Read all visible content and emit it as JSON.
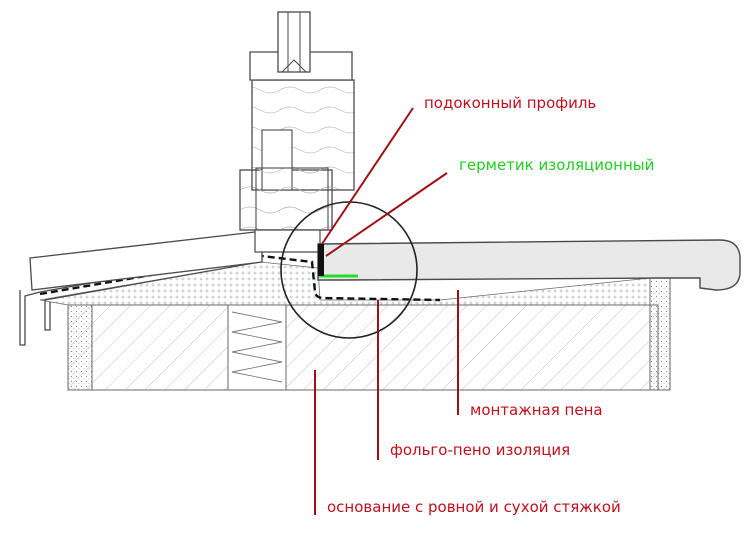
{
  "diagram": {
    "subject": "window sill installation cross-section",
    "labels": {
      "sill_profile": "подоконный профиль",
      "sealant": "герметик изоляционный",
      "mounting_foam": "монтажная пена",
      "foil_insulation": "фольго-пено изоляция",
      "base_screed": "основание с ровной и сухой стяжкой"
    },
    "colors": {
      "red_label": "#c0101c",
      "green_label": "#22cc22",
      "leader_line": "#a01018",
      "outline": "#4a4a4a",
      "sill_fill": "#e9e9e9",
      "foam_fill": "#fafafa",
      "sealant_mark": "#22dd22"
    }
  }
}
